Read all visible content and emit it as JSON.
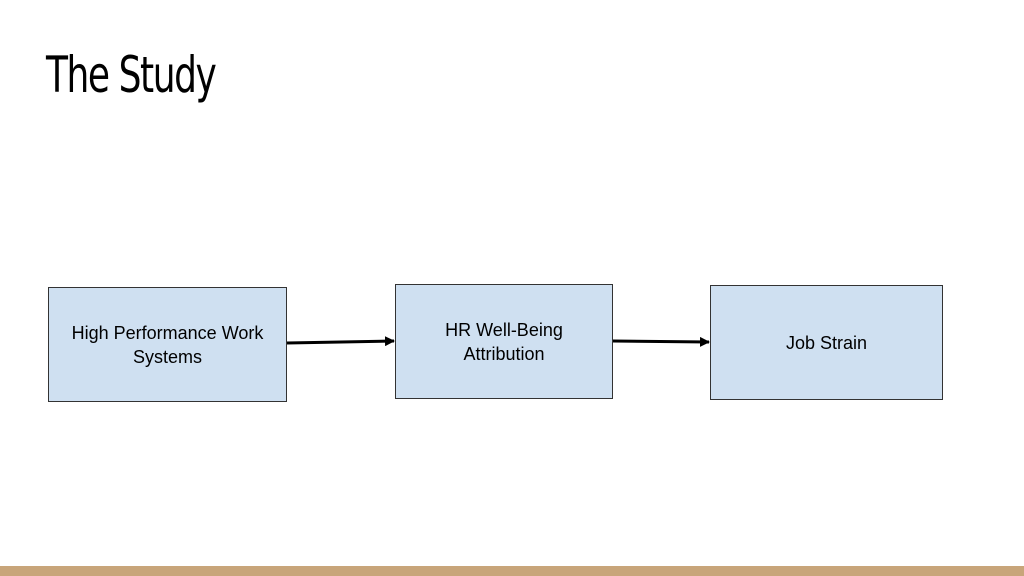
{
  "slide": {
    "title": "The Study"
  },
  "diagram": {
    "nodes": [
      {
        "id": "hpws",
        "label": "High Performance Work Systems"
      },
      {
        "id": "hrwb",
        "label": "HR Well-Being Attribution"
      },
      {
        "id": "job_strain",
        "label": "Job Strain"
      }
    ],
    "edges": [
      {
        "from": "hpws",
        "to": "hrwb"
      },
      {
        "from": "hrwb",
        "to": "job_strain"
      }
    ]
  },
  "colors": {
    "box_fill": "#cfe0f1",
    "box_border": "#333333",
    "arrow": "#000000",
    "footer_bar": "#c8a57a"
  }
}
